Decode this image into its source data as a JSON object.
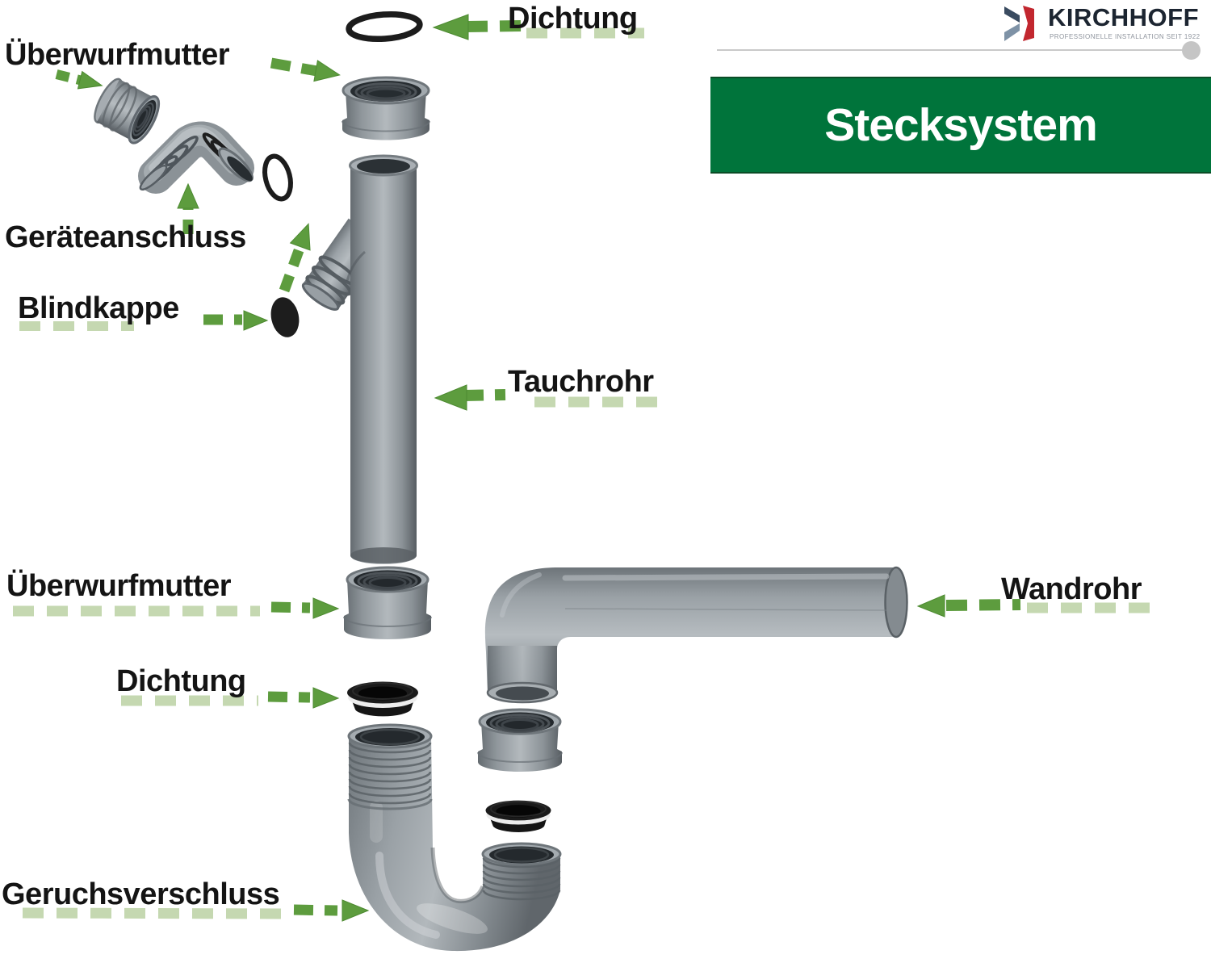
{
  "brand": {
    "name": "KIRCHHOFF",
    "tagline": "PROFESSIONELLE INSTALLATION SEIT 1922"
  },
  "banner": {
    "label": "Stecksystem"
  },
  "labels": {
    "uberwurfmutter_top": "Überwurfmutter",
    "dichtung_top": "Dichtung",
    "gerateanschluss": "Geräteanschluss",
    "blindkappe": "Blindkappe",
    "tauchrohr": "Tauchrohr",
    "uberwurfmutter_bottom": "Überwurfmutter",
    "dichtung_bottom": "Dichtung",
    "wandrohr": "Wandrohr",
    "geruchsverschluss": "Geruchsverschluss"
  },
  "colors": {
    "arrow_green": "#5d9c3e",
    "arrow_green_light": "#c5d8b1",
    "banner_green": "#00743b",
    "logo_red": "#c2272f",
    "logo_navy": "#3a4b60",
    "logo_steel": "#7e92a6",
    "pipe_gray": "#8d9499",
    "seal_black": "#1b1b1b",
    "label_text": "#141414"
  }
}
